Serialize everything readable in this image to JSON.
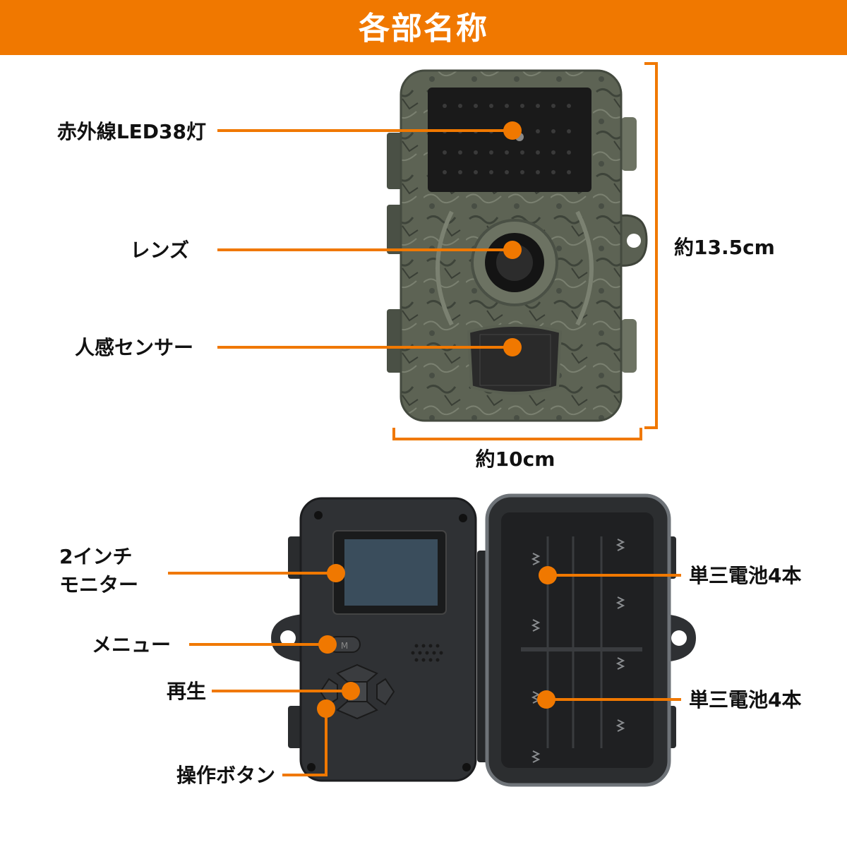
{
  "header": {
    "title": "各部名称"
  },
  "colors": {
    "accent": "#f07800",
    "camo": "#5a6052",
    "device": "#2e3033"
  },
  "front": {
    "labels": {
      "ir_led": "赤外線LED38灯",
      "lens": "レンズ",
      "pir_sensor": "人感センサー"
    },
    "dimensions": {
      "height": "約13.5cm",
      "width": "約10cm"
    }
  },
  "inside": {
    "labels": {
      "monitor_line1": "2インチ",
      "monitor_line2": "モニター",
      "menu": "メニュー",
      "playback": "再生",
      "buttons": "操作ボタン",
      "battery_top": "単三電池4本",
      "battery_bottom": "単三電池4本"
    },
    "menu_button_letter": "M"
  }
}
